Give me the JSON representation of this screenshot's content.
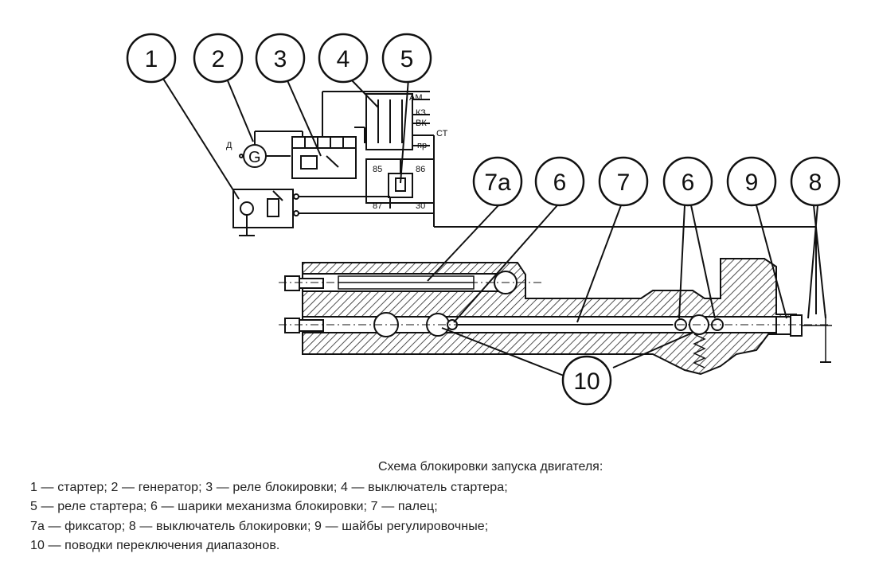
{
  "callouts": [
    "1",
    "2",
    "3",
    "4",
    "5",
    "7а",
    "6",
    "7",
    "6",
    "9",
    "8",
    "10"
  ],
  "terminals": {
    "am": "АМ",
    "kz": "КЗ",
    "vk": "ВК",
    "st": "СТ",
    "pr": "пр",
    "t85": "85",
    "t86": "86",
    "t87": "87",
    "t30": "30",
    "gen": "G",
    "d": "Д"
  },
  "caption": {
    "title": "Схема блокировки запуска двигателя:",
    "lines": [
      "1 — стартер; 2 — генератор; 3 — реле блокировки; 4 — выключатель стартера;",
      "5 — реле стартера; 6 — шарики механизма блокировки; 7 — палец;",
      "7а — фиксатор; 8 — выключатель блокировки; 9 — шайбы регулировочные;",
      "10 — поводки переключения диапазонов."
    ]
  }
}
